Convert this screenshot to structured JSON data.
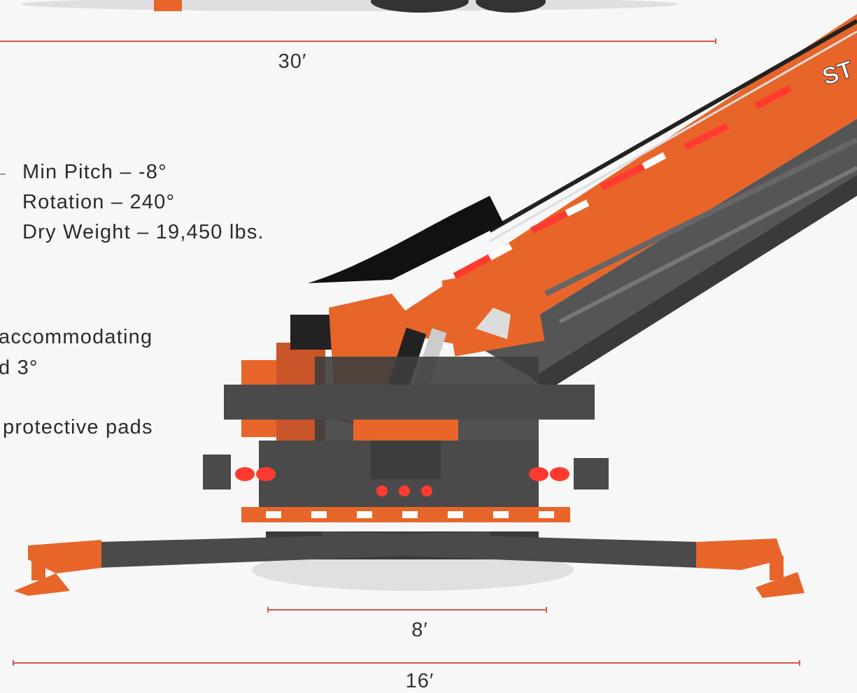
{
  "dimensions": {
    "length": "30′",
    "track_width": "8′",
    "outrigger_span": "16′"
  },
  "specs": [
    "Min Pitch – -8°",
    "Rotation – 240°",
    "Dry Weight – 19,450 lbs."
  ],
  "fragments": [
    "accommodating",
    "d 3°",
    "protective pads"
  ],
  "brand_mark": "ST",
  "colors": {
    "machine_orange": "#e8652a",
    "frame_gray": "#4a4a4a",
    "dimension_red": "#d9534f",
    "light_red": "#ff3b30",
    "background": "#f7f7f7"
  }
}
